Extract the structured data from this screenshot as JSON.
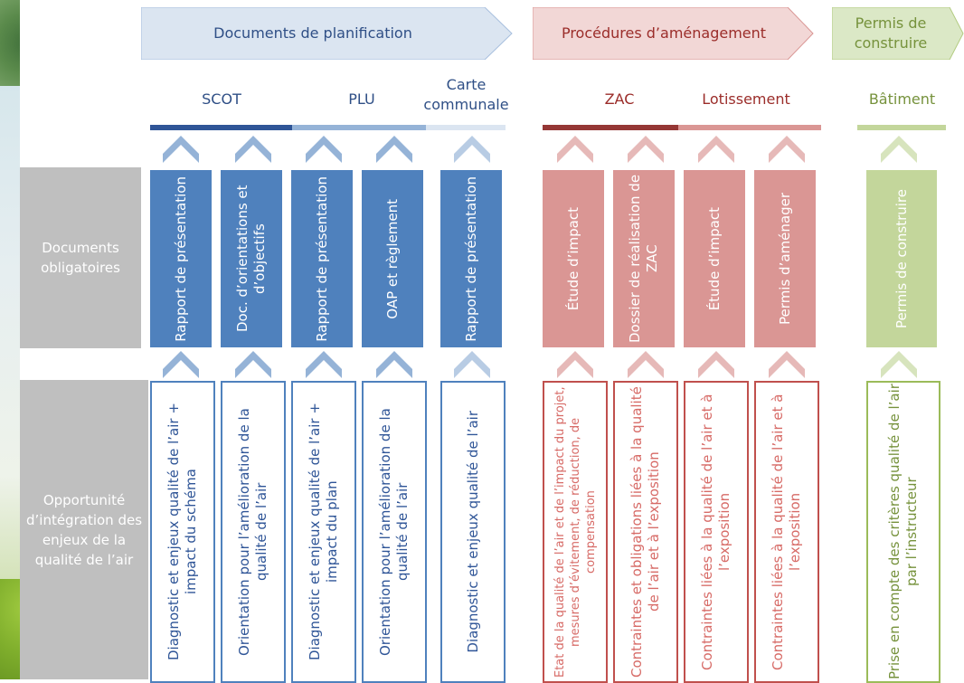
{
  "colors": {
    "planif_arrow": "#dbe5f1",
    "planif_text": "#2f4f86",
    "proc_arrow": "#f2d7d6",
    "proc_text": "#9b2d2a",
    "permis_arrow": "#dbe8c6",
    "permis_text": "#76923c",
    "blue_box": "#4f81bd",
    "red_box": "#da9694",
    "green_box": "#c3d69b",
    "grey_label": "#bfbfbf"
  },
  "arrows": {
    "planification": "Documents de planification",
    "procedures": "Procédures d’aménagement",
    "permis": "Permis de construire"
  },
  "columns": {
    "scot": "SCOT",
    "plu": "PLU",
    "carte": "Carte communale",
    "zac": "ZAC",
    "lotissement": "Lotissement",
    "batiment": "Bâtiment"
  },
  "rows": {
    "documents": "Documents obligatoires",
    "opportunite": "Opportunité d’intégration des enjeux de la qualité de l’air"
  },
  "documents": [
    "Rapport de présentation",
    "Doc. d’orientations et d’objectifs",
    "Rapport de présentation",
    "OAP et règlement",
    "Rapport de présentation",
    "Étude d’impact",
    "Dossier de réalisation de ZAC",
    "Étude d’impact",
    "Permis d’aménager",
    "Permis de construire"
  ],
  "opportunites": [
    "Diagnostic et enjeux qualité de l’air + impact du schéma",
    "Orientation pour l’amélioration de la qualité de l’air",
    "Diagnostic et enjeux qualité de l’air + impact du plan",
    "Orientation pour l’amélioration de la qualité de l’air",
    "Diagnostic et enjeux qualité de l’air",
    "Etat de la qualité de l’air et de l’impact du projet, mesures d’évitement, de réduction, de compensation",
    "Contraintes et obligations liées à la qualité de l’air et à l’exposition",
    "Contraintes liées à la qualité de l’air et à l’exposition",
    "Contraintes liées à la qualité de l’air et à l’exposition",
    "Prise en compte des critères qualité de l’air par l’instructeur"
  ]
}
